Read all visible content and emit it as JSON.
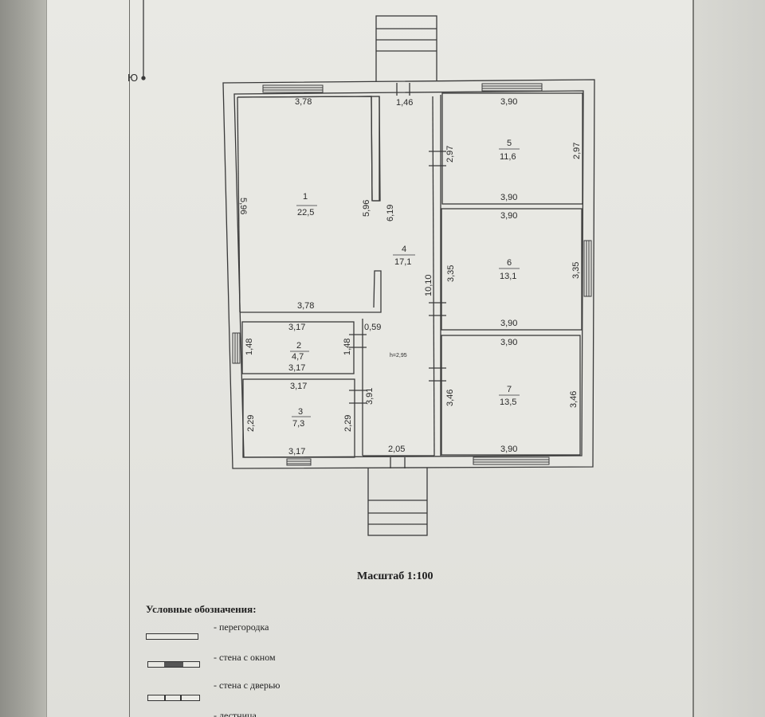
{
  "orientation_mark": "Ю",
  "ceiling_height": "h=2,95",
  "rooms": [
    {
      "number": "1",
      "area": "22,5"
    },
    {
      "number": "2",
      "area": "4,7"
    },
    {
      "number": "3",
      "area": "7,3"
    },
    {
      "number": "4",
      "area": "17,1"
    },
    {
      "number": "5",
      "area": "11,6"
    },
    {
      "number": "6",
      "area": "13,1"
    },
    {
      "number": "7",
      "area": "13,5"
    }
  ],
  "dimensions": {
    "r1_top": "3,78",
    "r1_bottom": "3,78",
    "r1_left": "5,96",
    "r1_right": "5,96",
    "corridor_top": "1,46",
    "corridor_right": "6,19",
    "corridor_len": "10,10",
    "corridor_bottom": "2,05",
    "hall_w": "0,59",
    "hall_side": "3,91",
    "r2_top": "3,17",
    "r2_bottom": "3,17",
    "r2_left": "1,48",
    "r2_right": "1,48",
    "r3_top": "3,17",
    "r3_bottom": "3,17",
    "r3_left": "2,29",
    "r3_right": "2,29",
    "r5_top": "3,90",
    "r5_bottom": "3,90",
    "r5_left": "2,97",
    "r5_right": "2,97",
    "r6_top": "3,90",
    "r6_bottom": "3,90",
    "r6_left": "3,35",
    "r6_right": "3,35",
    "r7_top": "3,90",
    "r7_bottom": "3,90",
    "r7_left": "3,46",
    "r7_right": "3,46"
  },
  "scale_caption": "Масштаб 1:100",
  "legend": {
    "title": "Условные обозначения:",
    "items": [
      "- перегородка",
      "- стена с окном",
      "- стена с дверью",
      "- лестница"
    ]
  }
}
